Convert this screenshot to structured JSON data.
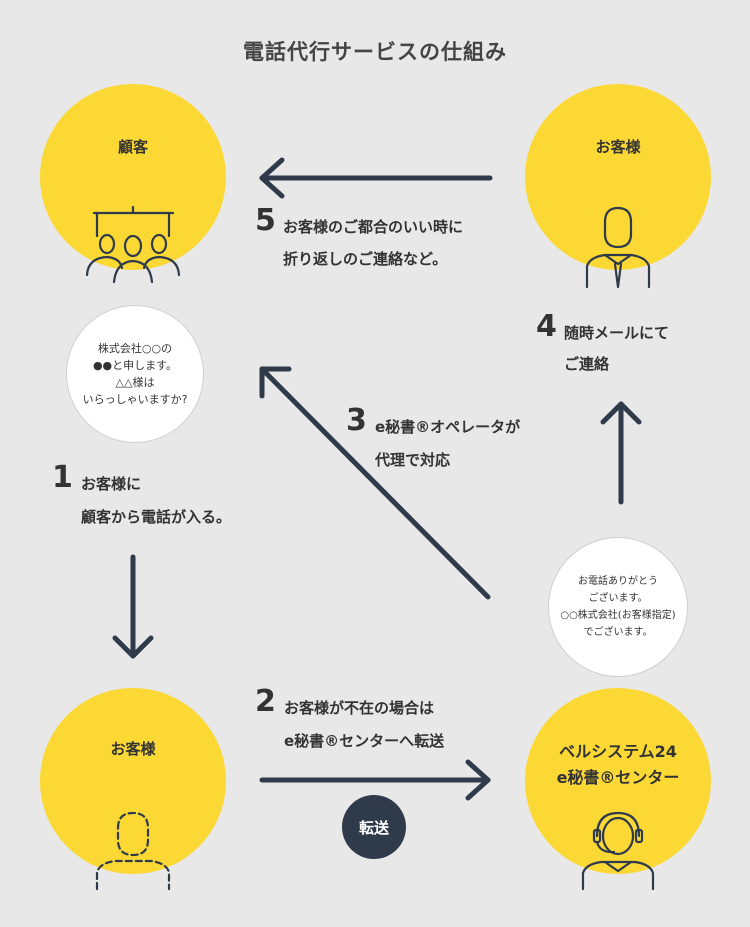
{
  "title": "電話代行サービスの仕組み",
  "nodes": {
    "client": "顧客",
    "customer_top": "お客様",
    "customer_bottom": "お客様",
    "center_line1": "ベルシステム24",
    "center_line2": "e秘書®センター"
  },
  "bubbles": {
    "client_speech": [
      "株式会社○○の",
      "●●と申します。",
      "△△様は",
      "いらっしゃいますか?"
    ],
    "operator_speech": [
      "お電話ありがとう",
      "ございます。",
      "○○株式会社(お客様指定)",
      "でございます。"
    ]
  },
  "steps": [
    {
      "num": "1",
      "lines": [
        "お客様に",
        "顧客から電話が入る。"
      ]
    },
    {
      "num": "2",
      "lines": [
        "お客様が不在の場合は",
        "e秘書®センターへ転送"
      ]
    },
    {
      "num": "3",
      "lines": [
        "e秘書®オペレータが",
        "代理で対応"
      ]
    },
    {
      "num": "4",
      "lines": [
        "随時メールにて",
        "ご連絡"
      ]
    },
    {
      "num": "5",
      "lines": [
        "お客様のご都合のいい時に",
        "折り返しのご連絡など。"
      ]
    }
  ],
  "transfer_badge": "転送",
  "colors": {
    "background": "#e8e8e8",
    "circle": "#fcd835",
    "arrow": "#2f3a4a",
    "badge": "#2f3a4a"
  }
}
